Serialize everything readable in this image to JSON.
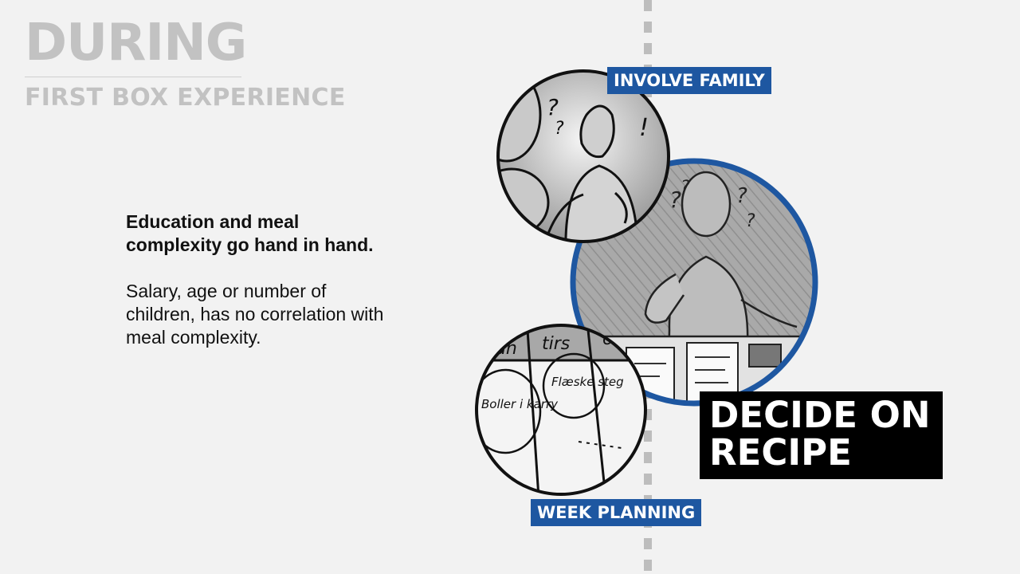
{
  "header": {
    "title": "DURING",
    "subtitle": "FIRST BOX EXPERIENCE"
  },
  "body": {
    "bold_text": "Education and meal complexity go hand in hand.",
    "normal_text": "Salary, age or number of children, has no correlation with meal complexity."
  },
  "labels": {
    "involve_family": "INVOLVE FAMILY",
    "week_planning": "WEEK PLANNING",
    "decide_recipe": "DECIDE ON RECIPE"
  },
  "sketch": {
    "col1": "man",
    "col2": "tirs",
    "col3": "on",
    "cell1": "Boller i karry",
    "cell2": "Flæske steg"
  },
  "colors": {
    "accent_blue": "#1e57a1",
    "heading_gray": "#c2c2c2",
    "background": "#f2f2f2"
  }
}
